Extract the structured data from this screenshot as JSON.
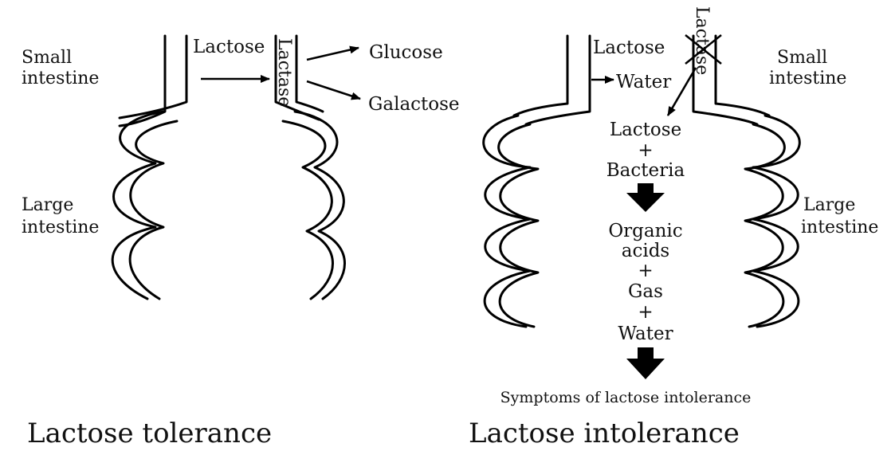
{
  "tolerance": {
    "small_intestine": [
      "Small",
      "intestine"
    ],
    "large_intestine": [
      "Large",
      "intestine"
    ],
    "lactose": "Lactose",
    "enzyme": "Lactase",
    "product1": "Glucose",
    "product2": "Galactose",
    "caption": "Lactose tolerance"
  },
  "intolerance": {
    "lactose": "Lactose",
    "enzyme": "Lactase",
    "water": "Water",
    "small_intestine": [
      "Small",
      "intestine"
    ],
    "large_intestine": [
      "Large",
      "intestine"
    ],
    "flow": [
      "Lactose",
      "+",
      "Bacteria",
      "Organic",
      "acids",
      "+",
      "Gas",
      "+",
      "Water"
    ],
    "symptoms": "Symptoms of lactose intolerance",
    "caption": "Lactose intolerance"
  }
}
